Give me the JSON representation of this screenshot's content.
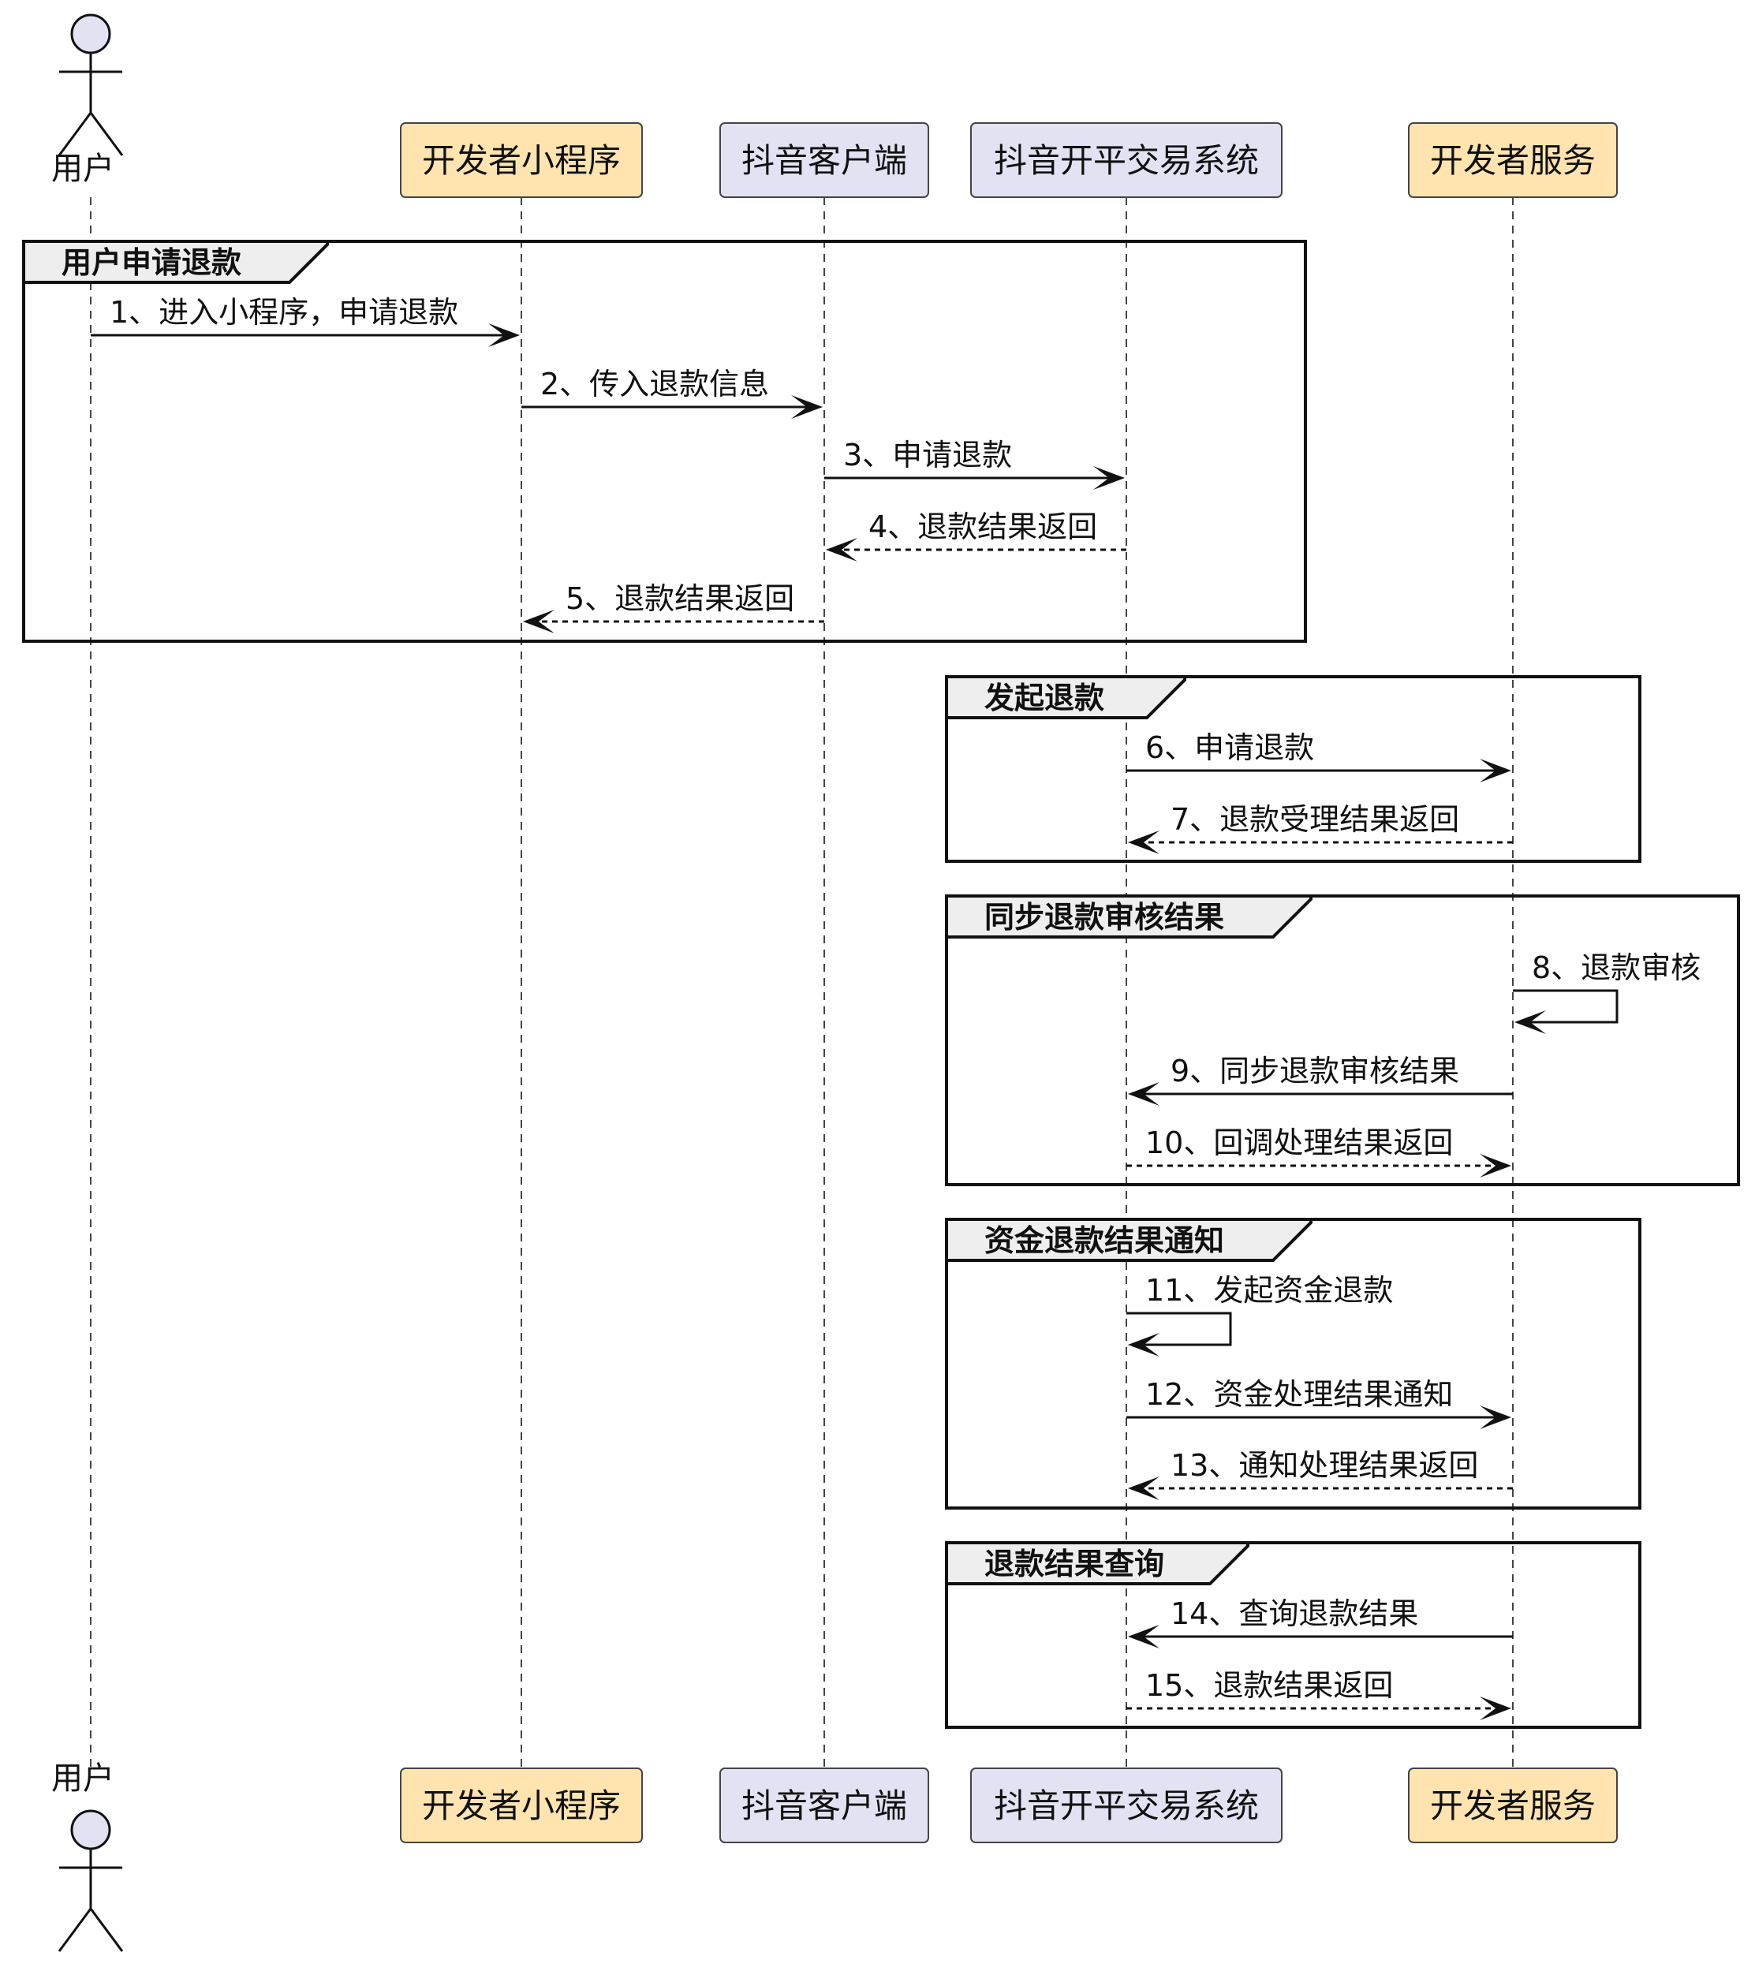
{
  "participants": [
    {
      "id": "user",
      "label": "用户",
      "kind": "actor"
    },
    {
      "id": "mini",
      "label": "开发者小程序",
      "kind": "box",
      "color": "#FFE4B0"
    },
    {
      "id": "client",
      "label": "抖音客户端",
      "kind": "box",
      "color": "#E3E2F3"
    },
    {
      "id": "trade",
      "label": "抖音开平交易系统",
      "kind": "box",
      "color": "#E3E2F3"
    },
    {
      "id": "server",
      "label": "开发者服务",
      "kind": "box",
      "color": "#FFE4B0"
    }
  ],
  "groups": [
    {
      "label": "用户申请退款",
      "messages": [
        {
          "label": "1、进入小程序，申请退款",
          "from": "user",
          "to": "mini",
          "style": "solid"
        },
        {
          "label": "2、传入退款信息",
          "from": "mini",
          "to": "client",
          "style": "solid"
        },
        {
          "label": "3、申请退款",
          "from": "client",
          "to": "trade",
          "style": "solid"
        },
        {
          "label": "4、退款结果返回",
          "from": "trade",
          "to": "client",
          "style": "dashed"
        },
        {
          "label": "5、退款结果返回",
          "from": "client",
          "to": "mini",
          "style": "dashed"
        }
      ]
    },
    {
      "label": "发起退款",
      "messages": [
        {
          "label": "6、申请退款",
          "from": "trade",
          "to": "server",
          "style": "solid"
        },
        {
          "label": "7、退款受理结果返回",
          "from": "server",
          "to": "trade",
          "style": "dashed"
        }
      ]
    },
    {
      "label": "同步退款审核结果",
      "messages": [
        {
          "label": "8、退款审核",
          "from": "server",
          "to": "server",
          "style": "solid"
        },
        {
          "label": "9、同步退款审核结果",
          "from": "server",
          "to": "trade",
          "style": "solid"
        },
        {
          "label": "10、回调处理结果返回",
          "from": "trade",
          "to": "server",
          "style": "dashed"
        }
      ]
    },
    {
      "label": "资金退款结果通知",
      "messages": [
        {
          "label": "11、发起资金退款",
          "from": "trade",
          "to": "trade",
          "style": "solid"
        },
        {
          "label": "12、资金处理结果通知",
          "from": "trade",
          "to": "server",
          "style": "solid"
        },
        {
          "label": "13、通知处理结果返回",
          "from": "server",
          "to": "trade",
          "style": "dashed"
        }
      ]
    },
    {
      "label": "退款结果查询",
      "messages": [
        {
          "label": "14、查询退款结果",
          "from": "server",
          "to": "trade",
          "style": "solid"
        },
        {
          "label": "15、退款结果返回",
          "from": "trade",
          "to": "server",
          "style": "dashed"
        }
      ]
    }
  ],
  "colors": {
    "actor_fill": "#E3E2F3",
    "line": "#111111"
  }
}
